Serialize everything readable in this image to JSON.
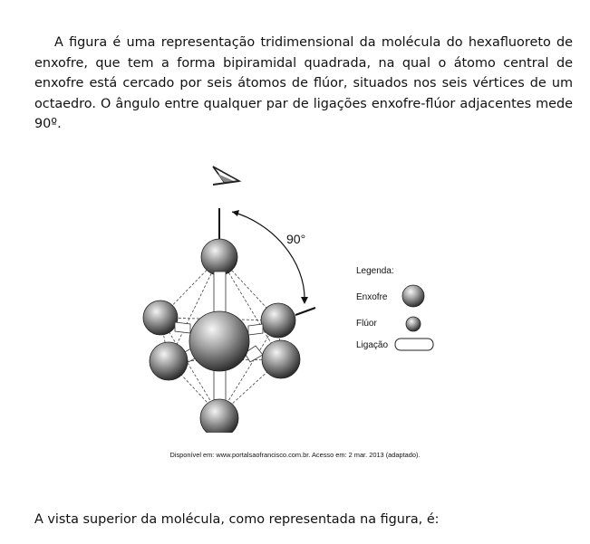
{
  "paragraph": "A figura é uma representação tridimensional da molécula do hexafluoreto de enxofre, que tem a forma bipiramidal quadrada, na qual o átomo central de enxofre está cercado por seis átomos de flúor, situados nos seis vértices de um octaedro. O ângulo entre qualquer par de ligações enxofre-flúor adjacentes mede 90º.",
  "figure": {
    "angle_label": "90°",
    "legend": {
      "title": "Legenda:",
      "items": [
        "Enxofre",
        "Flúor",
        "Ligação"
      ]
    },
    "icon": "eye-icon"
  },
  "source": "Disponível em: www.portalsaofrancisco.com.br. Acesso em: 2 mar. 2013 (adaptado).",
  "question": "A vista superior da molécula, como representada na figura, é:"
}
